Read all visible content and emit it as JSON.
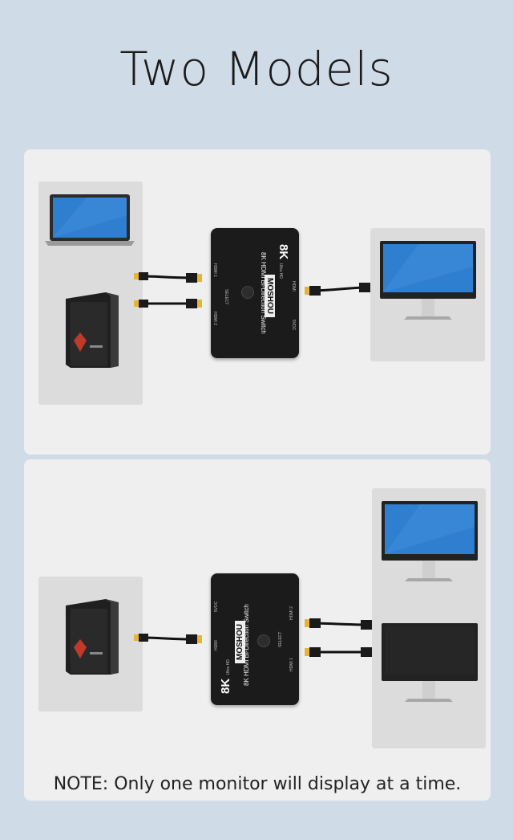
{
  "title": "Two Models",
  "switch_labels": {
    "resolution": "8K",
    "sub": "Ultra HD",
    "brand": "MOSHOU",
    "product": "8K HDMI Bi-Direction Switch",
    "hdmi": "HDMI",
    "hdmi1": "HDMI 1",
    "hdmi2": "HDMI 2",
    "select": "SELECT",
    "dc": "5VDC"
  },
  "note": "NOTE: Only one monitor will display at a time.",
  "colors": {
    "background": "#cfdbe7",
    "panel": "#efefef",
    "device_box": "#dcdcdc",
    "switch": "#1b1b1b",
    "screen_blue": "#2f7fd1",
    "cable_gold": "#e5b53a"
  }
}
